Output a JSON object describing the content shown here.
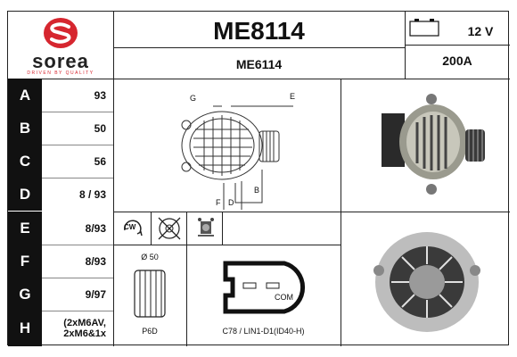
{
  "brand": {
    "name": "sorea",
    "tagline": "DRIVEN BY QUALITY",
    "color": "#d6262f"
  },
  "header": {
    "main_ref": "ME8114",
    "sub_ref": "ME6114",
    "voltage": "12 V",
    "amperage": "200A"
  },
  "specs": [
    {
      "letter": "A",
      "value": "93"
    },
    {
      "letter": "B",
      "value": "50"
    },
    {
      "letter": "C",
      "value": "56"
    },
    {
      "letter": "D",
      "value": "8 / 93"
    },
    {
      "letter": "E",
      "value": "8/93"
    },
    {
      "letter": "F",
      "value": "8/93"
    },
    {
      "letter": "G",
      "value": "9/97"
    },
    {
      "letter": "H",
      "value": "(2xM6AV, 2xM6&1x"
    }
  ],
  "diagram_labels": {
    "g": "G",
    "e": "E",
    "f": "F",
    "d": "D",
    "b": "B"
  },
  "pulley": {
    "diameter": "Ø 50",
    "type": "P6D"
  },
  "connector": {
    "label": "COM",
    "caption": "C78 / LIN1-D1(ID40-H)"
  },
  "icons": {
    "rotation": "CW"
  }
}
